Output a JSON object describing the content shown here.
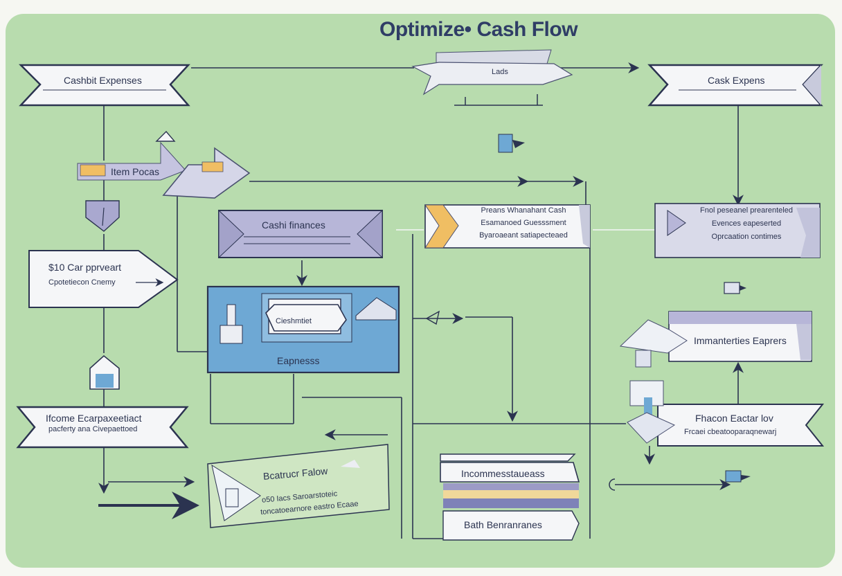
{
  "title": "Optimize• Cash Flow",
  "nodes": {
    "cashbit_expenses": "Cashbit Expenses",
    "lads": "Lads",
    "cash_expenses": "Cask Expens",
    "item_pocs": "Item Pocas",
    "cashi_finances": "Cashi finances",
    "projections": {
      "line1": "Preans Whanahant Cash",
      "line2": "Esamanoed Guesssment",
      "line3": "Byaroaeant satiapecteaed"
    },
    "proposal": {
      "line1": "Fnol peseanel prearenteled",
      "line2": "Evences eapeserted",
      "line3": "Oprcaation contimes"
    },
    "payment": {
      "line1": "$10 Car pprveart",
      "line2": "Cpotetiecon Cnemy"
    },
    "expenses_center": "Eapnesss",
    "cashment": "Cieshmtiet",
    "immateries": "Immanterties Eaprers",
    "income": {
      "line1": "Ifcome Ecarpaxeetiact",
      "line2": "pacferty ana Civepaettoed"
    },
    "fhacon": {
      "line1": "Fhacon Eactar lov",
      "line2": "Frcaei cbeatooparaqnewarj"
    },
    "bankroll": {
      "line1": "Bcatrucr Falow",
      "line2": "o50 Iacs Saroarstoteic",
      "line3": "toncatoearnore eastro Ecaae"
    },
    "incommerss": "Incommesstaueass",
    "bath": "Bath Benranranes"
  },
  "colors": {
    "board": "#b8dcae",
    "box_fill": "#f5f6f8",
    "box_stroke": "#2b3350",
    "accent_purple": "#b7b6d8",
    "accent_blue": "#6ea8d4",
    "accent_orange": "#f0be63",
    "arrow": "#2b3350"
  }
}
